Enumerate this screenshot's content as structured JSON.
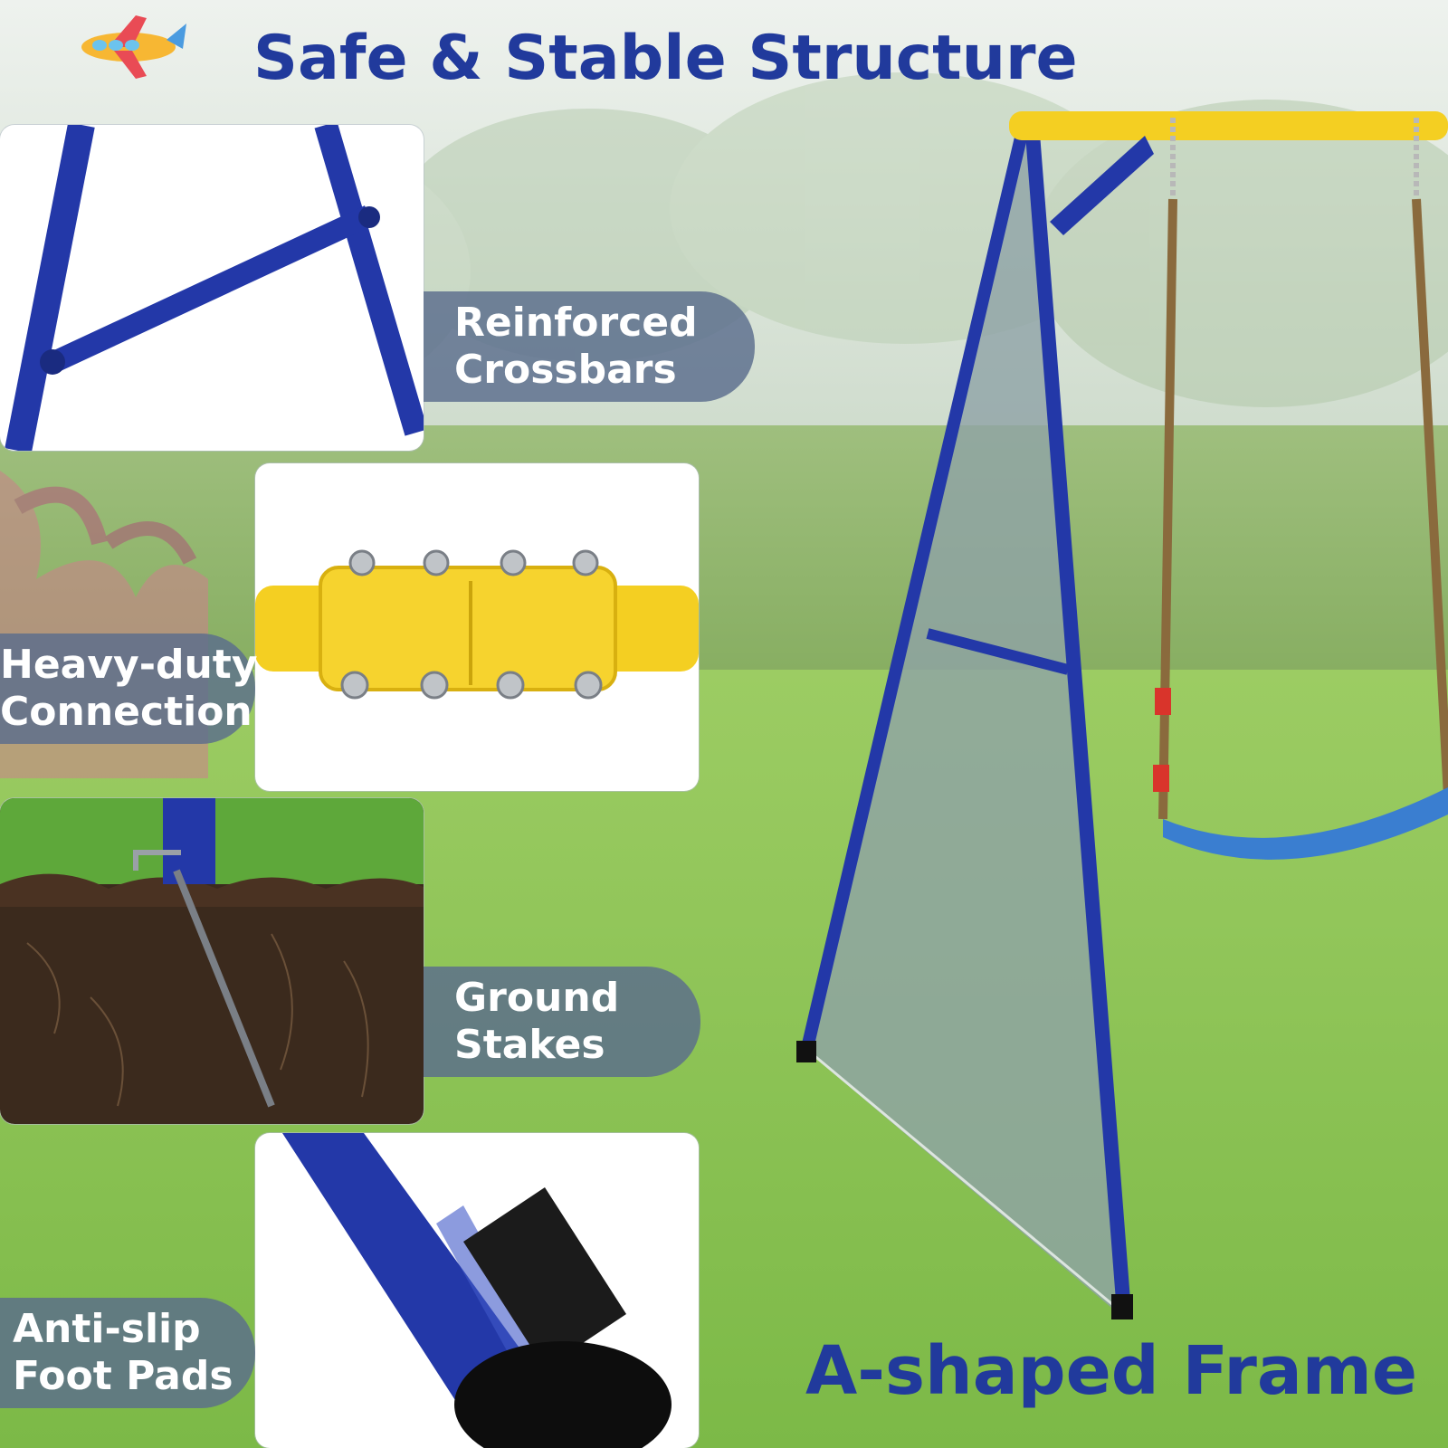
{
  "header": {
    "title": "Safe & Stable Structure",
    "logo_icon": "airplane-icon"
  },
  "features": [
    {
      "label_line1": "Reinforced",
      "label_line2": "Crossbars"
    },
    {
      "label_line1": "Heavy-duty",
      "label_line2": "Connection"
    },
    {
      "label_line1": "Ground",
      "label_line2": "Stakes"
    },
    {
      "label_line1": "Anti-slip",
      "label_line2": "Foot Pads"
    }
  ],
  "frame": {
    "label": "A-shaped Frame"
  },
  "colors": {
    "title_blue": "#213a9c",
    "frame_blue": "#2338a8",
    "bar_yellow": "#f4cf22",
    "label_bg": "#5a6c8c",
    "grass": "#8bc34a"
  }
}
